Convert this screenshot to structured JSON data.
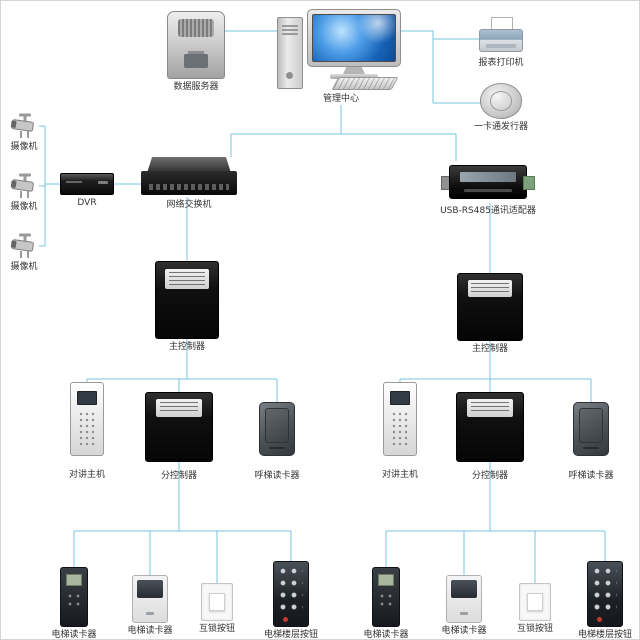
{
  "diagram": {
    "line_color": "#76c4e2",
    "nodes": {
      "data_server": {
        "label": "数据服务器"
      },
      "management_center": {
        "label": "管理中心"
      },
      "report_printer": {
        "label": "报表打印机"
      },
      "card_issuer": {
        "label": "一卡通发行器"
      },
      "camera_1": {
        "label": "摄像机"
      },
      "camera_2": {
        "label": "摄像机"
      },
      "camera_3": {
        "label": "摄像机"
      },
      "dvr": {
        "label": "DVR"
      },
      "network_switch": {
        "label": "网络交换机"
      },
      "usb_rs485_adapter": {
        "label": "USB-RS485通讯适配器"
      },
      "main_controller_1": {
        "label": "主控制器"
      },
      "main_controller_2": {
        "label": "主控制器"
      },
      "intercom_host_1": {
        "label": "对讲主机"
      },
      "sub_controller_1": {
        "label": "分控制器"
      },
      "call_reader_1": {
        "label": "呼梯读卡器"
      },
      "intercom_host_2": {
        "label": "对讲主机"
      },
      "sub_controller_2": {
        "label": "分控制器"
      },
      "call_reader_2": {
        "label": "呼梯读卡器"
      },
      "elevator_reader_1a": {
        "label": "电梯读卡器"
      },
      "elevator_reader_1b": {
        "label": "电梯读卡器"
      },
      "interlock_button_1": {
        "label": "互锁按钮"
      },
      "floor_buttons_1": {
        "label": "电梯楼层按钮"
      },
      "elevator_reader_2a": {
        "label": "电梯读卡器"
      },
      "elevator_reader_2b": {
        "label": "电梯读卡器"
      },
      "interlock_button_2": {
        "label": "互锁按钮"
      },
      "floor_buttons_2": {
        "label": "电梯楼层按钮"
      }
    }
  }
}
